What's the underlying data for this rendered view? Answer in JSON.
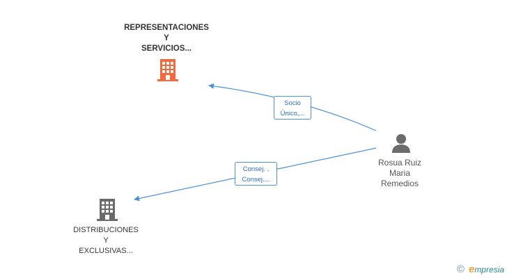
{
  "nodes": {
    "company_main": {
      "label_lines": [
        "REPRESENTACIONES",
        "Y",
        "SERVICIOS..."
      ],
      "icon": "building-icon",
      "color": "#f26a3d"
    },
    "company_secondary": {
      "label_lines": [
        "DISTRIBUCIONES",
        "Y",
        "EXCLUSIVAS..."
      ],
      "icon": "building-icon",
      "color": "#6b6b6b"
    },
    "person": {
      "label_lines": [
        "Rosua Ruiz",
        "Maria",
        "Remedios"
      ],
      "icon": "person-icon",
      "color": "#6b6b6b"
    }
  },
  "edges": [
    {
      "from": "person",
      "to": "company_main",
      "label_lines": [
        "Socio",
        "Único,..."
      ]
    },
    {
      "from": "person",
      "to": "company_secondary",
      "label_lines": [
        "Consej. ,",
        "Consej...."
      ]
    }
  ],
  "colors": {
    "edge": "#4a90d9"
  },
  "watermark": {
    "symbol": "©",
    "brand_first": "e",
    "brand_rest": "mpresia"
  }
}
